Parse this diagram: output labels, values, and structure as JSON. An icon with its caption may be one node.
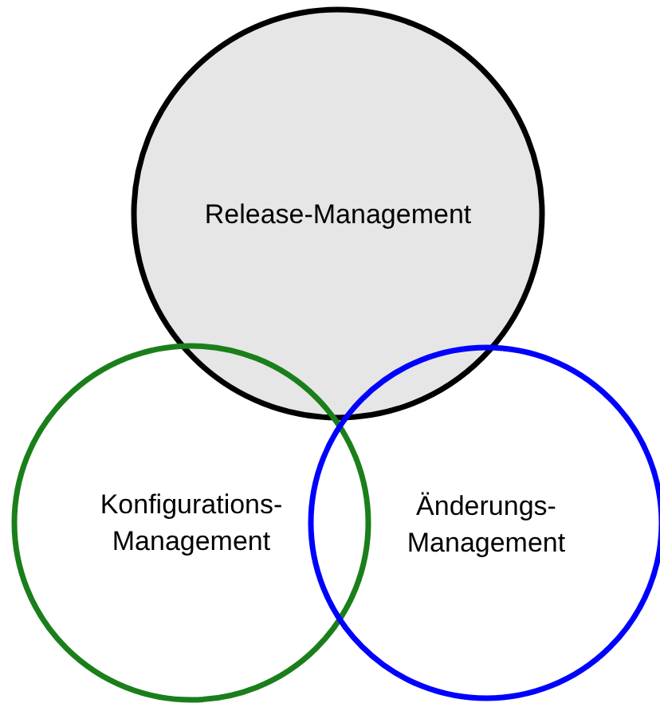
{
  "diagram": {
    "nodes": [
      {
        "text": [
          "Release-Management"
        ]
      },
      {
        "text": [
          "Konfigurations- Management"
        ]
      },
      {
        "text": [
          "Änderungs- Management"
        ]
      }
    ]
  }
}
